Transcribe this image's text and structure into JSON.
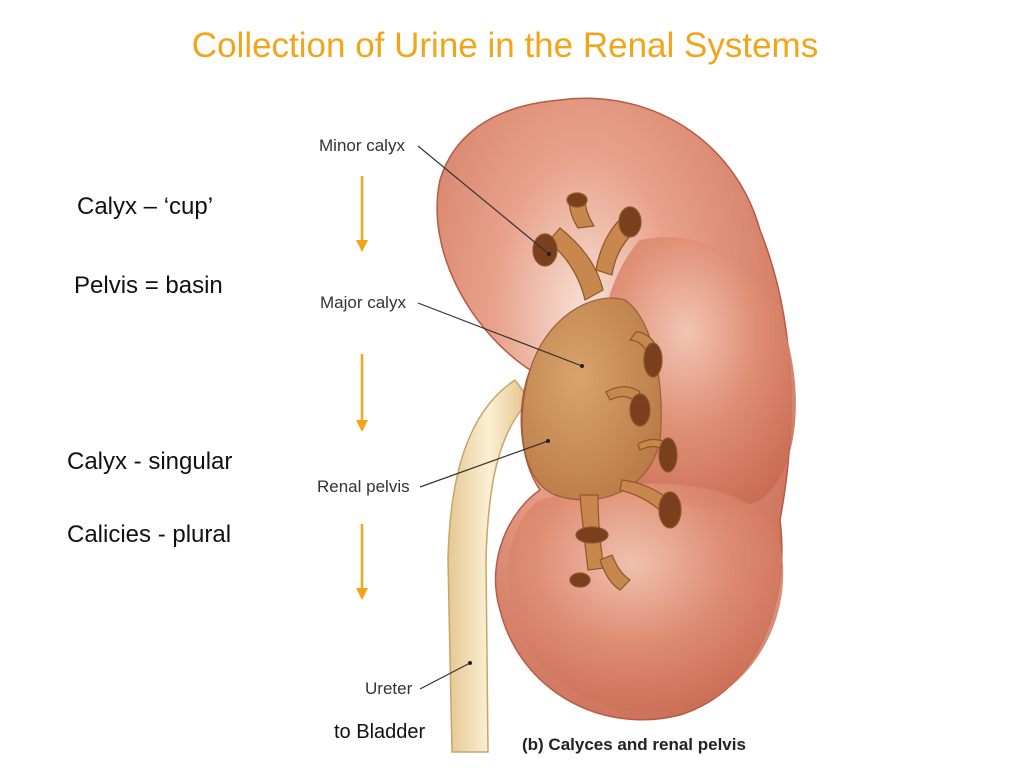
{
  "slide": {
    "title": "Collection of Urine in the Renal Systems",
    "notes": {
      "calyx_cup": "Calyx – ‘cup’",
      "pelvis_basin": "Pelvis = basin",
      "calyx_singular": "Calyx - singular",
      "calicies_plural": "Calicies - plural"
    },
    "labels": {
      "minor_calyx": "Minor calyx",
      "major_calyx": "Major calyx",
      "renal_pelvis": "Renal pelvis",
      "ureter": "Ureter"
    },
    "to_bladder": "to Bladder",
    "caption": "(b) Calyces and renal pelvis"
  },
  "colors": {
    "title": "#f2a51a",
    "arrow": "#f2a51a",
    "kidney": "#d9826a",
    "pelvis": "#c98a4e",
    "ureter": "#f1ddb0"
  }
}
